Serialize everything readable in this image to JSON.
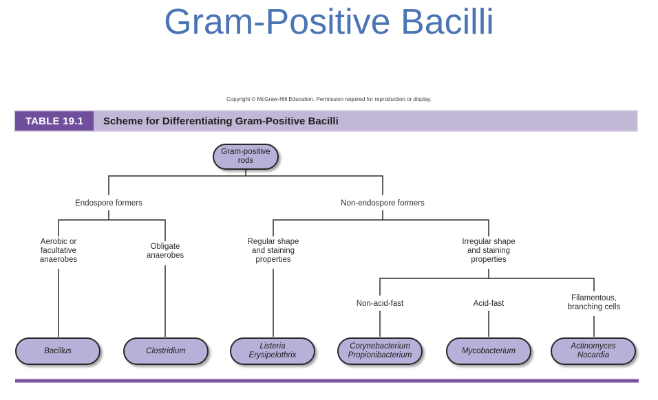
{
  "title": "Gram-Positive Bacilli",
  "copyright": "Copyright © McGraw-Hill Education. Permission required for reproduction or display.",
  "table_header": {
    "tag": "TABLE 19.1",
    "caption": "Scheme for Differentiating Gram-Positive Bacilli"
  },
  "flowchart": {
    "root": [
      "Gram-positive",
      "rods"
    ],
    "branches": {
      "endospore": "Endospore formers",
      "non_endospore": "Non-endospore formers",
      "aerobic": [
        "Aerobic or",
        "facultative",
        "anaerobes"
      ],
      "obligate": [
        "Obligate",
        "anaerobes"
      ],
      "regular": [
        "Regular shape",
        "and staining",
        "properties"
      ],
      "irregular": [
        "Irregular shape",
        "and staining",
        "properties"
      ],
      "non_acid_fast": "Non-acid-fast",
      "acid_fast": "Acid-fast",
      "filamentous": [
        "Filamentous,",
        "branching cells"
      ]
    },
    "genera": {
      "bacillus": [
        "Bacillus"
      ],
      "clostridium": [
        "Clostridium"
      ],
      "listeria": [
        "Listeria",
        "Erysipelothrix"
      ],
      "corynebacterium": [
        "Corynebacterium",
        "Propionibacterium"
      ],
      "mycobacterium": [
        "Mycobacterium"
      ],
      "actinomyces": [
        "Actinomyces",
        "Nocardia"
      ]
    }
  },
  "colors": {
    "title_blue": "#4a74b4",
    "header_tag_bg": "#6f4e9c",
    "header_bar_bg": "#c2b7d7",
    "node_fill": "#b8b0d8",
    "node_border": "#2a2628",
    "connector_line": "#2b2b2b",
    "bottom_rule_purple": "#7b519f"
  }
}
